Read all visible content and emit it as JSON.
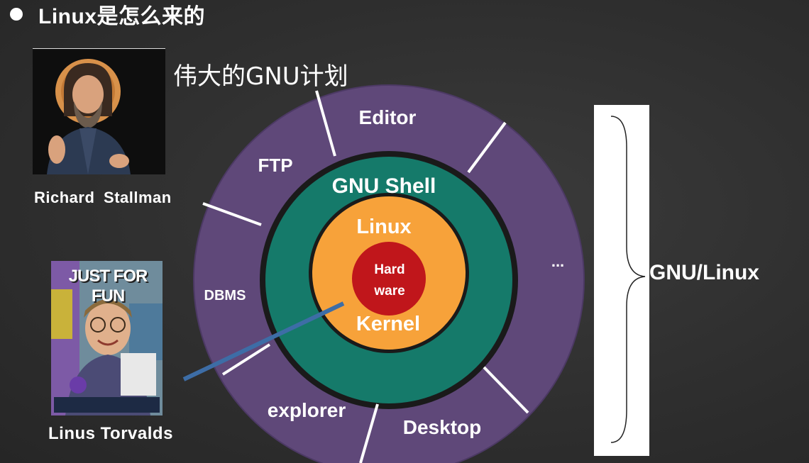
{
  "title": "Linux是怎么来的",
  "gnu_plan": "伟大的GNU计划",
  "people": {
    "stallman": "Richard  Stallman",
    "torvalds": "Linus Torvalds"
  },
  "book": {
    "title": "JUST FOR FUN"
  },
  "rings": {
    "outer": [
      "Editor",
      "FTP",
      "DBMS",
      "explorer",
      "Desktop",
      "..."
    ],
    "shell": "GNU Shell",
    "kernel_top": "Linux",
    "kernel_bottom": "Kernel",
    "hardware_top": "Hard",
    "hardware_bottom": "ware"
  },
  "gnu_linux": "GNU/Linux",
  "colors": {
    "outer_ring": "#5f4879",
    "shell_ring": "#157a6a",
    "kernel": "#f7a23a",
    "hardware": "#c0161b",
    "pointer_line": "#3d6da6"
  }
}
